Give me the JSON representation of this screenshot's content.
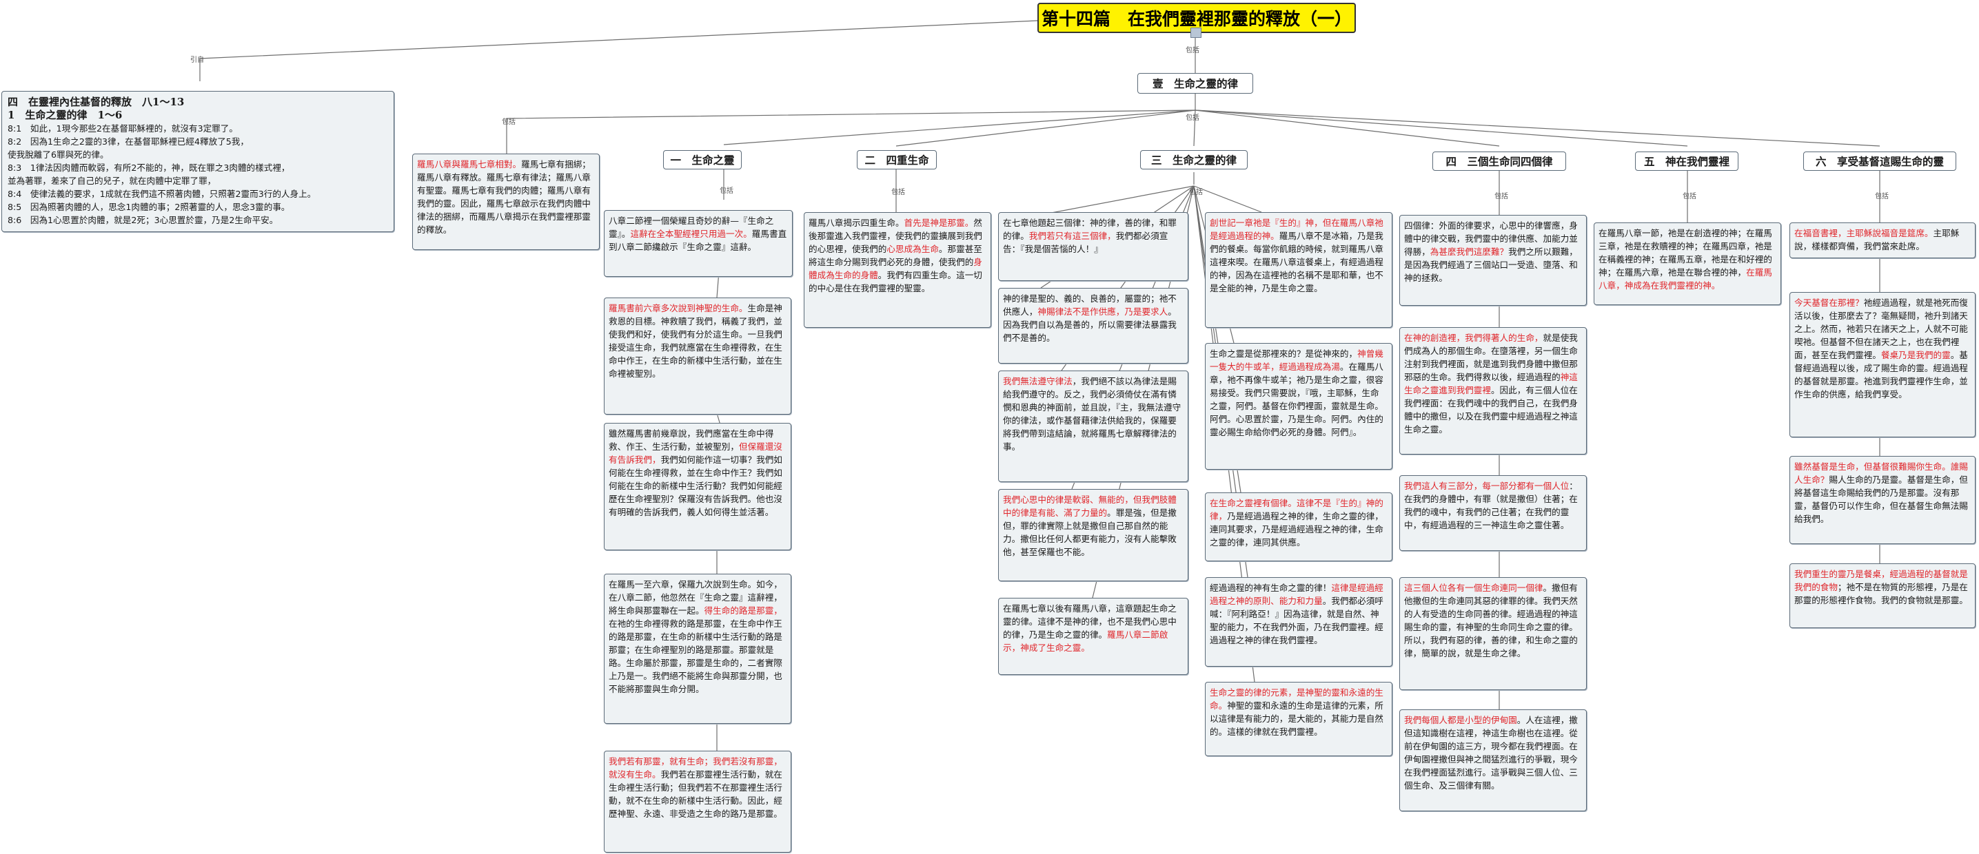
{
  "title": "第十四篇　在我們靈裡那靈的釋放（一）",
  "connector_labels": {
    "cite": "引自",
    "outline": "包括",
    "detail": "包括"
  },
  "outline": {
    "heading1": "四　在靈裡內住基督的釋放　八1～13",
    "heading2": "1　生命之靈的律　1～6",
    "verses": [
      "8:1　如此，1現今那些2在基督耶穌裡的，就沒有3定罪了。",
      "8:2　因為1生命之2靈的3律，在基督耶穌裡已經4釋放了5我，",
      "使我脫離了6罪與死的律。",
      "8:3　1律法因肉體而軟弱，有所2不能的，神，既在罪之3肉體的樣式裡，",
      "並為著罪，差來了自己的兒子，就在肉體中定罪了罪，",
      "8:4　使律法義的要求，1成就在我們這不照著肉體，只照著2靈而3行的人身上。",
      "8:5　因為照著肉體的人，思念1肉體的事；2照著靈的人，思念3靈的事。",
      "8:6　因為1心思置於肉體，就是2死；3心思置於靈，乃是2生命平安。"
    ]
  },
  "main_topic": "壹　生命之靈的律",
  "headers": [
    "一　生命之靈",
    "二　四重生命",
    "三　生命之靈的律",
    "四　三個生命同四個律",
    "五　神在我們靈裡",
    "六　享受基督這賜生命的靈"
  ],
  "nodes": {
    "intro": {
      "red": "羅馬八章與羅馬七章相對。",
      "text": "羅馬七章有捆綁；羅馬八章有釋放。羅馬七章有律法；羅馬八章有聖靈。羅馬七章有我們的肉體；羅馬八章有我們的靈。因此，羅馬七章啟示在我們肉體中律法的捆綁，而羅馬八章揭示在我們靈裡那靈的釋放。"
    },
    "a1": {
      "text": "八章二節裡一個榮耀且奇妙的辭—『生命之靈』。",
      "red": "這辭在全本聖經裡只用過一次。",
      "text2": "羅馬書直到八章二節纔啟示『生命之靈』這辭。"
    },
    "a2": {
      "red": "羅馬書前六章多次說到神聖的生命。",
      "text": "生命是神救恩的目標。神救贖了我們，稱義了我們，並使我們和好，使我們有分於這生命。一旦我們接受這生命，我們就應當在生命裡得救，在生命中作王，在生命的新樣中生活行動，並在生命裡被聖別。"
    },
    "a3": {
      "text": "雖然羅馬書前幾章說，我們應當在生命中得救、作王、生活行動，並被聖別，",
      "red": "但保羅還沒有告訴我們，",
      "text2": "我們如何能作這一切事？我們如何能在生命裡得救，並在生命中作王？我們如何能在生命的新樣中生活行動？我們如何能經歷在生命裡聖別？保羅沒有告訴我們。他也沒有明確的告訴我們，義人如何得生並活著。"
    },
    "a4": {
      "text": "在羅馬一至六章，保羅九次說到生命。如今，在八章二節，他忽然在『生命之靈』這辭裡，將生命與那靈聯在一起。",
      "red": "得生命的路是那靈，",
      "text2": "在祂的生命裡得救的路是那靈，在生命中作王的路是那靈，在生命的新樣中生活行動的路是那靈；在生命裡聖別的路是那靈。那靈就是路。生命屬於那靈，那靈是生命的，二者實際上乃是一。我們絕不能將生命與那靈分開，也不能將那靈與生命分開。"
    },
    "a5": {
      "red": "我們若有那靈，就有生命；我們若沒有那靈，就沒有生命。",
      "text": "我們若在那靈裡生活行動，就在生命裡生活行動；但我們若不在那靈裡生活行動，就不在生命的新樣中生活行動。因此，經歷神聖、永遠、非受造之生命的路乃是那靈。"
    },
    "b1": {
      "text": "羅馬八章揭示四重生命。",
      "red": "首先是神是那靈。",
      "text2": "然後那靈進入我們靈裡，使我們的靈擴展到我們的心思裡，使我們的",
      "red2": "心思成為生命",
      "text3": "。那靈甚至將這生命分賜到我們必死的身體，使我們的",
      "red3": "身體成為生命的身體",
      "text4": "。我們有四重生命。這一切的中心是住在我們靈裡的聖靈。"
    },
    "c1": {
      "text": "在七章他題起三個律：神的律，善的律，和罪的律。",
      "red": "我們若只有這三個律，",
      "text2": "我們都必須宣告：『我是個苦惱的人！』"
    },
    "c2": {
      "text": "神的律是聖的、義的、良善的，屬靈的；祂不供應人，",
      "red": "神賜律法不是作供應，乃是要求人",
      "text2": "。因為我們自以為是善的，所以需要律法暴露我們不是善的。"
    },
    "c3": {
      "red": "我們無法遵守律法",
      "text": "，我們絕不該以為律法是賜給我們遵守的。反之，我們必須倚仗在滿有憐憫和恩典的神面前，並且說，『主，我無法遵守你的律法，或作基督藉律法供給我的，保羅要將我們帶到這結論，就將羅馬七章解釋律法的事。"
    },
    "c4": {
      "red": "我們心思中的律是軟弱、無能的，但我們肢體中的律是有能、滿了力量的",
      "text": "。罪是強，但是撒但，罪的律實際上就是撒但自己那自然的能力。撒但比任何人都更有能力，沒有人能擊敗他，甚至保羅也不能。"
    },
    "c5": {
      "text": "在羅馬七章以後有羅馬八章，這章題起生命之靈的律。這律不是神的律，也不是我們心思中的律，乃是生命之靈的律。",
      "red": "羅馬八章二節啟示，神成了生命之靈。"
    },
    "c6": {
      "red": "創世記一章祂是『生的』神，但在羅馬八章祂是經過過程的神。",
      "text": "羅馬八章不是冰箱，乃是我們的餐桌。每當你飢餓的時候，就到羅馬八章這裡來喫。在羅馬八章這餐桌上，有經過過程的神，因為在這裡祂的名稱不是耶和華，也不是全能的神，乃是生命之靈。"
    },
    "c7": {
      "text": "生命之靈是從那裡來的？是從神來的，",
      "red": "神曾幾一隻大的牛或羊，經過過程成為湯",
      "text2": "。在羅馬八章，祂不再像牛或羊；祂乃是生命之靈，很容易接受。我們只需要說，『哦，主耶穌，生命之靈，阿們。基督在你們裡面，靈就是生命。阿們。心思置於靈，乃是生命。阿們。內住的靈必賜生命給你們必死的身體。阿們』。"
    },
    "c8": {
      "red": "在生命之靈裡有個律。這律不是『生的』神的律，",
      "text": "乃是經過過程之神的律，生命之靈的律，連同其要求，乃是經過經過程之神的律，生命之靈的律，連同其供應。"
    },
    "c9": {
      "text": "經過過程的神有生命之靈的律！",
      "red": "這律是經過經過程之神的原則、能力和力量",
      "text2": "。我們都必須呼喊：『阿利路亞！』因為這律，就是自然、神聖的能力，不在我們外面，乃在我們靈裡。經過過程之神的律在我們靈裡。"
    },
    "c10": {
      "red": "生命之靈的律的元素，是神聖的靈和永遠的生命。",
      "text": "神聖的靈和永遠的生命是這律的元素，所以這律是有能力的，是大能的，其能力是自然的。這樣的律就在我們靈裡。"
    },
    "d1": {
      "text": "四個律：外面的律要求，心思中的律響應，身體中的律交戰，我們靈中的律供應、加能力並得勝，",
      "red": "為甚麼我們這麼難？",
      "text2": "我們之所以艱難，是因為我們經過了三個站口一受造、墮落、和神的拯救。"
    },
    "d2": {
      "red": "在神的創造裡，我們得著人的生命，",
      "text": "就是使我們成為人的那個生命。在墮落裡，另一個生命注射到我們裡面，就是進到我們身體中撒但那邪惡的生命。我們得救以後，經過過程的",
      "red2": "神這生命之靈進到我們靈裡",
      "text2": "。因此，有三個人位在我們裡面：在我們魂中的我們自己，在我們身體中的撒但，以及在我們靈中經過過程之神這生命之靈。"
    },
    "d3": {
      "red": "我們這人有三部分，每一部分都有一個人位",
      "text": "：在我們的身體中，有罪（就是撒但）住著；在我們的魂中，有我們的己住著；在我們的靈中，有經過過程的三一神這生命之靈住著。"
    },
    "d4": {
      "red": "這三個人位各有一個生命連同一個律",
      "text": "。撒但有他撒但的生命連同其惡的律罪的律。我們天然的人有受造的生命同善的律。經過過程的神這賜生命的靈，有神聖的生命同生命之靈的律。所以，我們有惡的律，善的律，和生命之靈的律，簡單的說，就是生命之律。"
    },
    "d5": {
      "red": "我們每個人都是小型的伊甸園",
      "text": "。人在這裡，撒但這知識樹在這裡，神這生命樹也在這裡。從前在伊甸園的這三方，現今都在我們裡面。在伊甸園裡撒但與神之間猛烈進行的爭戰，現今在我們裡面猛烈進行。這爭戰與三個人位、三個生命、及三個律有關。"
    },
    "e1": {
      "text": "在羅馬八章一節，祂是在創造裡的神；在羅馬三章，祂是在救贖裡的神；在羅馬四章，祂是在稱義裡的神；在羅馬五章，祂是在和好裡的神；在羅馬六章，祂是在聯合裡的神，",
      "red": "在羅馬八章，神成為在我們靈裡的神。"
    },
    "f1": {
      "red": "在福音書裡，主耶穌說福音是筵席。",
      "text": "主耶穌說，樣樣都齊備，我們當來赴席。"
    },
    "f2": {
      "red": "今天基督在那裡？",
      "text": "祂經過過程，就是祂死而復活以後，住那麼去了？毫無疑問，祂升到諸天之上。然而，祂若只在諸天之上，人就不可能喫祂。但基督不但在諸天之上，也在我們裡面，甚至在我們靈裡。",
      "red2": "餐桌乃是我們的靈",
      "text2": "。基督經過過程以後，成了賜生命的靈。經過過程的基督就是那靈。祂進到我們靈裡作生命，並作生命的供應，給我們享受。"
    },
    "f3": {
      "red": "雖然基督是生命，但基督很難賜你生命。誰賜人生命？",
      "text": "賜人生命的乃是靈。基督是生命，但將基督這生命賜給我們的乃是那靈。沒有那靈，基督仍可以作生命，但在基督生命無法賜給我們。"
    },
    "f4": {
      "red": "我們重生的靈乃是餐桌，經過過程的基督就是我們的食物",
      "text": "；祂不是在物質的形態裡，乃是在那靈的形態裡作食物。我們的食物就是那靈。"
    }
  }
}
